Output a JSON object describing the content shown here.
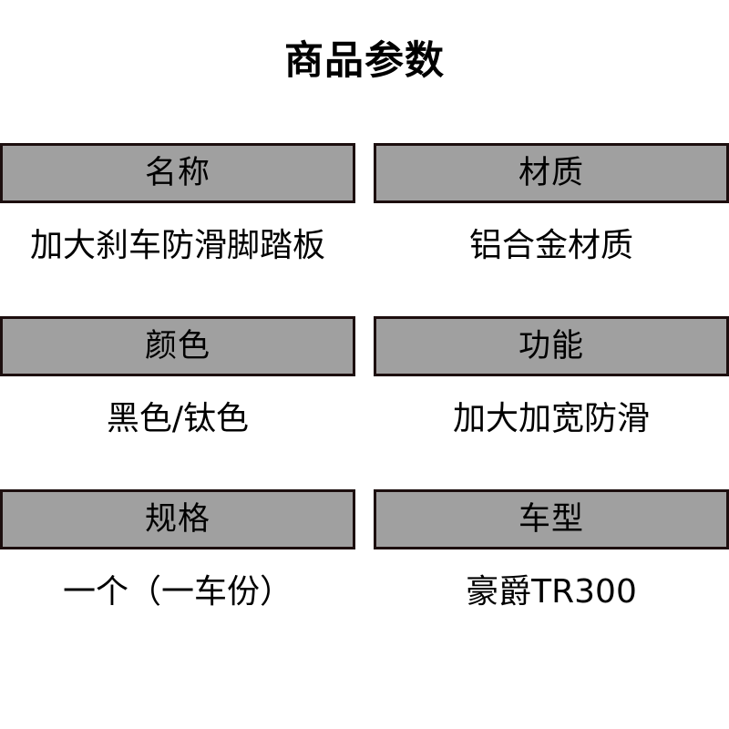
{
  "page": {
    "title": "商品参数",
    "background_color": "#ffffff",
    "header_fill_color": "#a0a0a0",
    "header_border_color": "#1c0e0e",
    "text_color": "#000000"
  },
  "spec_table": {
    "columns": 2,
    "rows": [
      {
        "cells": [
          {
            "label": "名称",
            "value": "加大刹车防滑脚踏板"
          },
          {
            "label": "材质",
            "value": "铝合金材质"
          }
        ]
      },
      {
        "cells": [
          {
            "label": "颜色",
            "value": "黑色/钛色"
          },
          {
            "label": "功能",
            "value": "加大加宽防滑"
          }
        ]
      },
      {
        "cells": [
          {
            "label": "规格",
            "value": "一个（一车份）"
          },
          {
            "label": "车型",
            "value": "豪爵TR300"
          }
        ]
      }
    ]
  }
}
